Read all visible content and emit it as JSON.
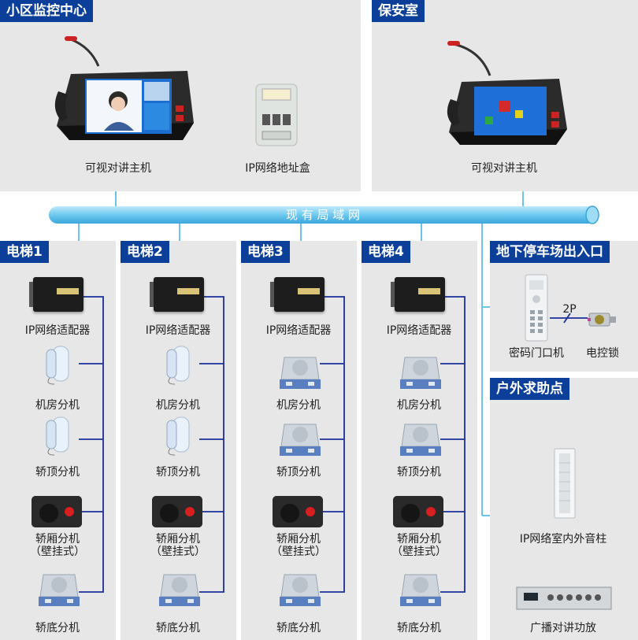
{
  "sections": {
    "center": {
      "title": "小区监控中心",
      "host_label": "可视对讲主机",
      "addr_label": "IP网络地址盒"
    },
    "security": {
      "title": "保安室",
      "host_label": "可视对讲主机"
    },
    "lan": {
      "label": "现 有 局 域 网"
    },
    "elevators": [
      {
        "title": "电梯1",
        "adapter": "IP网络适配器",
        "room": "机房分机",
        "top": "轿顶分机",
        "car": "轿厢分机",
        "car_note": "（壁挂式）",
        "bottom": "轿底分机"
      },
      {
        "title": "电梯2",
        "adapter": "IP网络适配器",
        "room": "机房分机",
        "top": "轿顶分机",
        "car": "轿厢分机",
        "car_note": "（壁挂式）",
        "bottom": "轿底分机"
      },
      {
        "title": "电梯3",
        "adapter": "IP网络适配器",
        "room": "机房分机",
        "top": "轿顶分机",
        "car": "轿厢分机",
        "car_note": "（壁挂式）",
        "bottom": "轿底分机"
      },
      {
        "title": "电梯4",
        "adapter": "IP网络适配器",
        "room": "机房分机",
        "top": "轿顶分机",
        "car": "轿厢分机",
        "car_note": "（壁挂式）",
        "bottom": "轿底分机"
      }
    ],
    "parking": {
      "title": "地下停车场出入口",
      "keypad": "密码门口机",
      "lock": "电控锁",
      "wire": "2P"
    },
    "outdoor": {
      "title": "户外求助点",
      "column": "IP网络室内外音柱",
      "amp": "广播对讲功放"
    }
  },
  "colors": {
    "header": "#0b3f9a",
    "panel": "#e7e7e7",
    "lan": "#7fd0f0",
    "wire": "#1a2f9a",
    "link": "#6cc3ec"
  },
  "icons": [
    "desk-intercom-icon",
    "address-box-icon",
    "network-adapter-icon",
    "wall-phone-icon",
    "intercom-panel-icon",
    "wall-mounted-unit-icon",
    "keypad-icon",
    "electric-lock-icon",
    "sound-column-icon",
    "amplifier-icon"
  ]
}
